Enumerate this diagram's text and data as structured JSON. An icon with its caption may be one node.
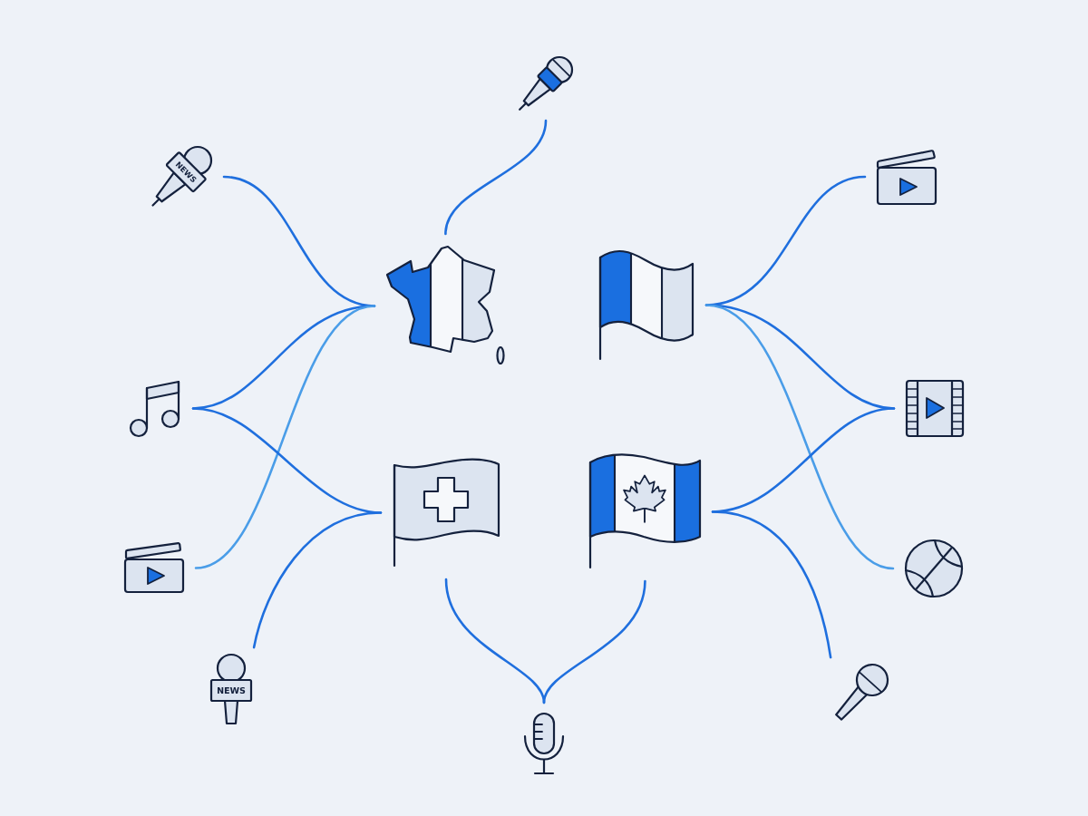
{
  "diagram": {
    "nodes": [
      {
        "text": [],
        "shape": "picture"
      },
      {
        "text": [
          "NEWS"
        ]
      },
      {
        "text": [],
        "shape": "picture"
      },
      {
        "text": [],
        "shape": "picture"
      },
      {
        "text": [],
        "shape": "picture"
      },
      {
        "text": [],
        "shape": "picture"
      },
      {
        "text": [],
        "shape": "picture"
      },
      {
        "text": [],
        "shape": "picture"
      },
      {
        "text": [],
        "shape": "picture"
      },
      {
        "text": [],
        "shape": "picture"
      },
      {
        "text": [],
        "shape": "picture"
      },
      {
        "text": [
          "NEWS"
        ]
      },
      {
        "text": [],
        "shape": "picture"
      },
      {
        "text": [],
        "shape": "picture"
      }
    ],
    "edges": [
      {
        "from": 3,
        "to": 1,
        "arrow": "none"
      },
      {
        "from": 3,
        "to": 0,
        "arrow": "none"
      },
      {
        "from": 3,
        "to": 5,
        "arrow": "none"
      },
      {
        "from": 3,
        "to": 9,
        "arrow": "none",
        "color": "#4a9de8"
      },
      {
        "from": 7,
        "to": 5,
        "arrow": "none"
      },
      {
        "from": 7,
        "to": 11,
        "arrow": "none"
      },
      {
        "from": 4,
        "to": 2,
        "arrow": "none"
      },
      {
        "from": 4,
        "to": 6,
        "arrow": "none"
      },
      {
        "from": 4,
        "to": 10,
        "arrow": "none",
        "color": "#4a9de8"
      },
      {
        "from": 8,
        "to": 6,
        "arrow": "none"
      },
      {
        "from": 8,
        "to": 12,
        "arrow": "none"
      },
      {
        "from": 7,
        "to": 13,
        "arrow": "none"
      },
      {
        "from": 8,
        "to": 13,
        "arrow": "none"
      }
    ]
  }
}
